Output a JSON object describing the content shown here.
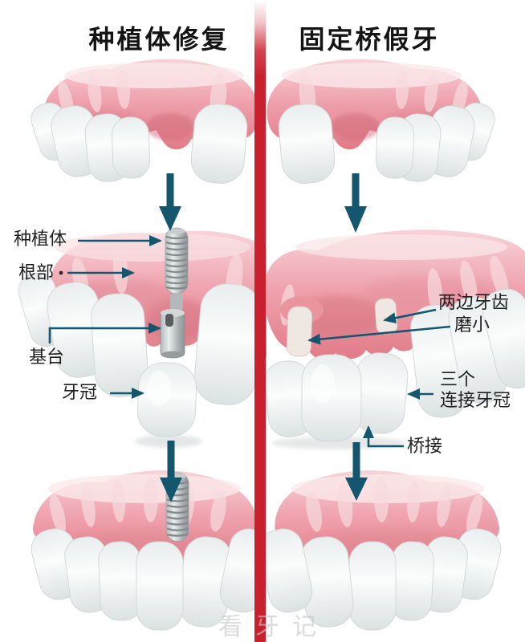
{
  "header": {
    "left_title": "种植体修复",
    "right_title": "固定桥假牙"
  },
  "implant_side": {
    "labels": {
      "implant": "种植体",
      "root": "根部",
      "abutment": "基台",
      "crown": "牙冠"
    }
  },
  "bridge_side": {
    "labels": {
      "adjacent_teeth_line1": "两边牙齿",
      "adjacent_teeth_line2": "磨小",
      "connected_crowns_line1": "三个",
      "connected_crowns_line2": "连接牙冠",
      "bridge": "桥接"
    }
  },
  "watermark": "看牙记",
  "colors": {
    "divider_red": "#c9202f",
    "arrow_teal": "#14566e",
    "label_text": "#1f1f1f",
    "title_text": "#141414",
    "watermark_gray": "#c6c6c6"
  }
}
